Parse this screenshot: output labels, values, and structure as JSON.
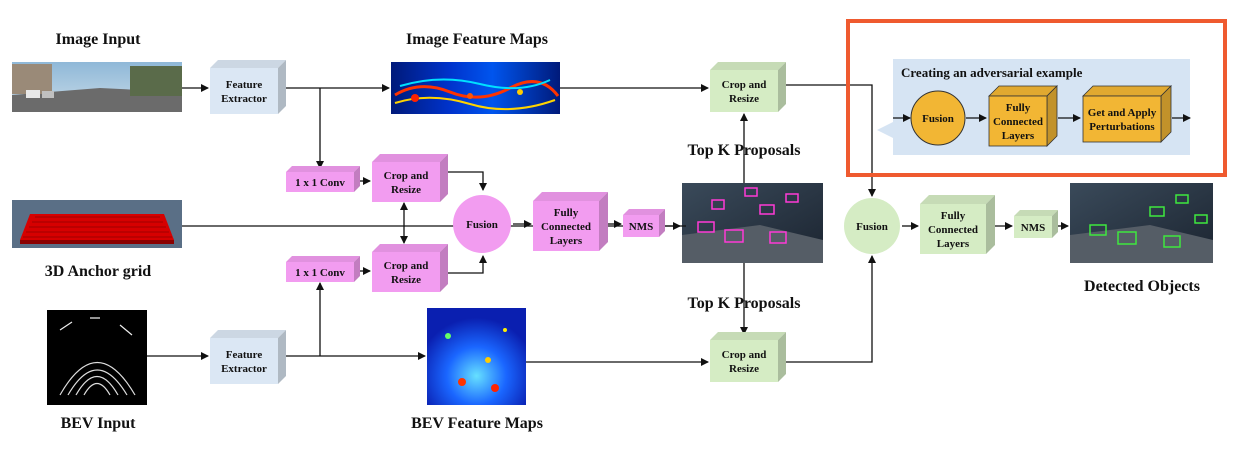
{
  "labels": {
    "image_input": "Image Input",
    "image_feature_maps": "Image Feature Maps",
    "anchor_grid": "3D Anchor grid",
    "bev_input": "BEV Input",
    "bev_feature_maps": "BEV Feature Maps",
    "top_k_upper": "Top K Proposals",
    "top_k_lower": "Top K Proposals",
    "detected_objects": "Detected Objects",
    "adversarial_title": "Creating an adversarial example"
  },
  "blocks": {
    "feature_extractor_top": [
      "Feature",
      "Extractor"
    ],
    "feature_extractor_bottom": [
      "Feature",
      "Extractor"
    ],
    "conv_top": [
      "1 x 1 Conv"
    ],
    "conv_bottom": [
      "1 x 1 Conv"
    ],
    "crop_resize_pink_top": [
      "Crop and",
      "Resize"
    ],
    "crop_resize_pink_bottom": [
      "Crop and",
      "Resize"
    ],
    "fusion_pink": [
      "Fusion"
    ],
    "fc_pink": [
      "Fully",
      "Connected",
      "Layers"
    ],
    "nms_pink": [
      "NMS"
    ],
    "crop_resize_green_top": [
      "Crop and",
      "Resize"
    ],
    "crop_resize_green_bottom": [
      "Crop and",
      "Resize"
    ],
    "fusion_green": [
      "Fusion"
    ],
    "fc_green": [
      "Fully",
      "Connected",
      "Layers"
    ],
    "nms_green": [
      "NMS"
    ],
    "fusion_orange": [
      "Fusion"
    ],
    "fc_orange": [
      "Fully",
      "Connected",
      "Layers"
    ],
    "perturb_orange": [
      "Get and Apply",
      "Perturbations"
    ]
  },
  "colors": {
    "blue_block": "#dbe7f4",
    "pink_block": "#f29cf0",
    "green_block": "#d5ecc4",
    "orange_block": "#f2b634",
    "highlight_border": "#ef5a2f",
    "callout_bg": "#d6e4f3"
  }
}
